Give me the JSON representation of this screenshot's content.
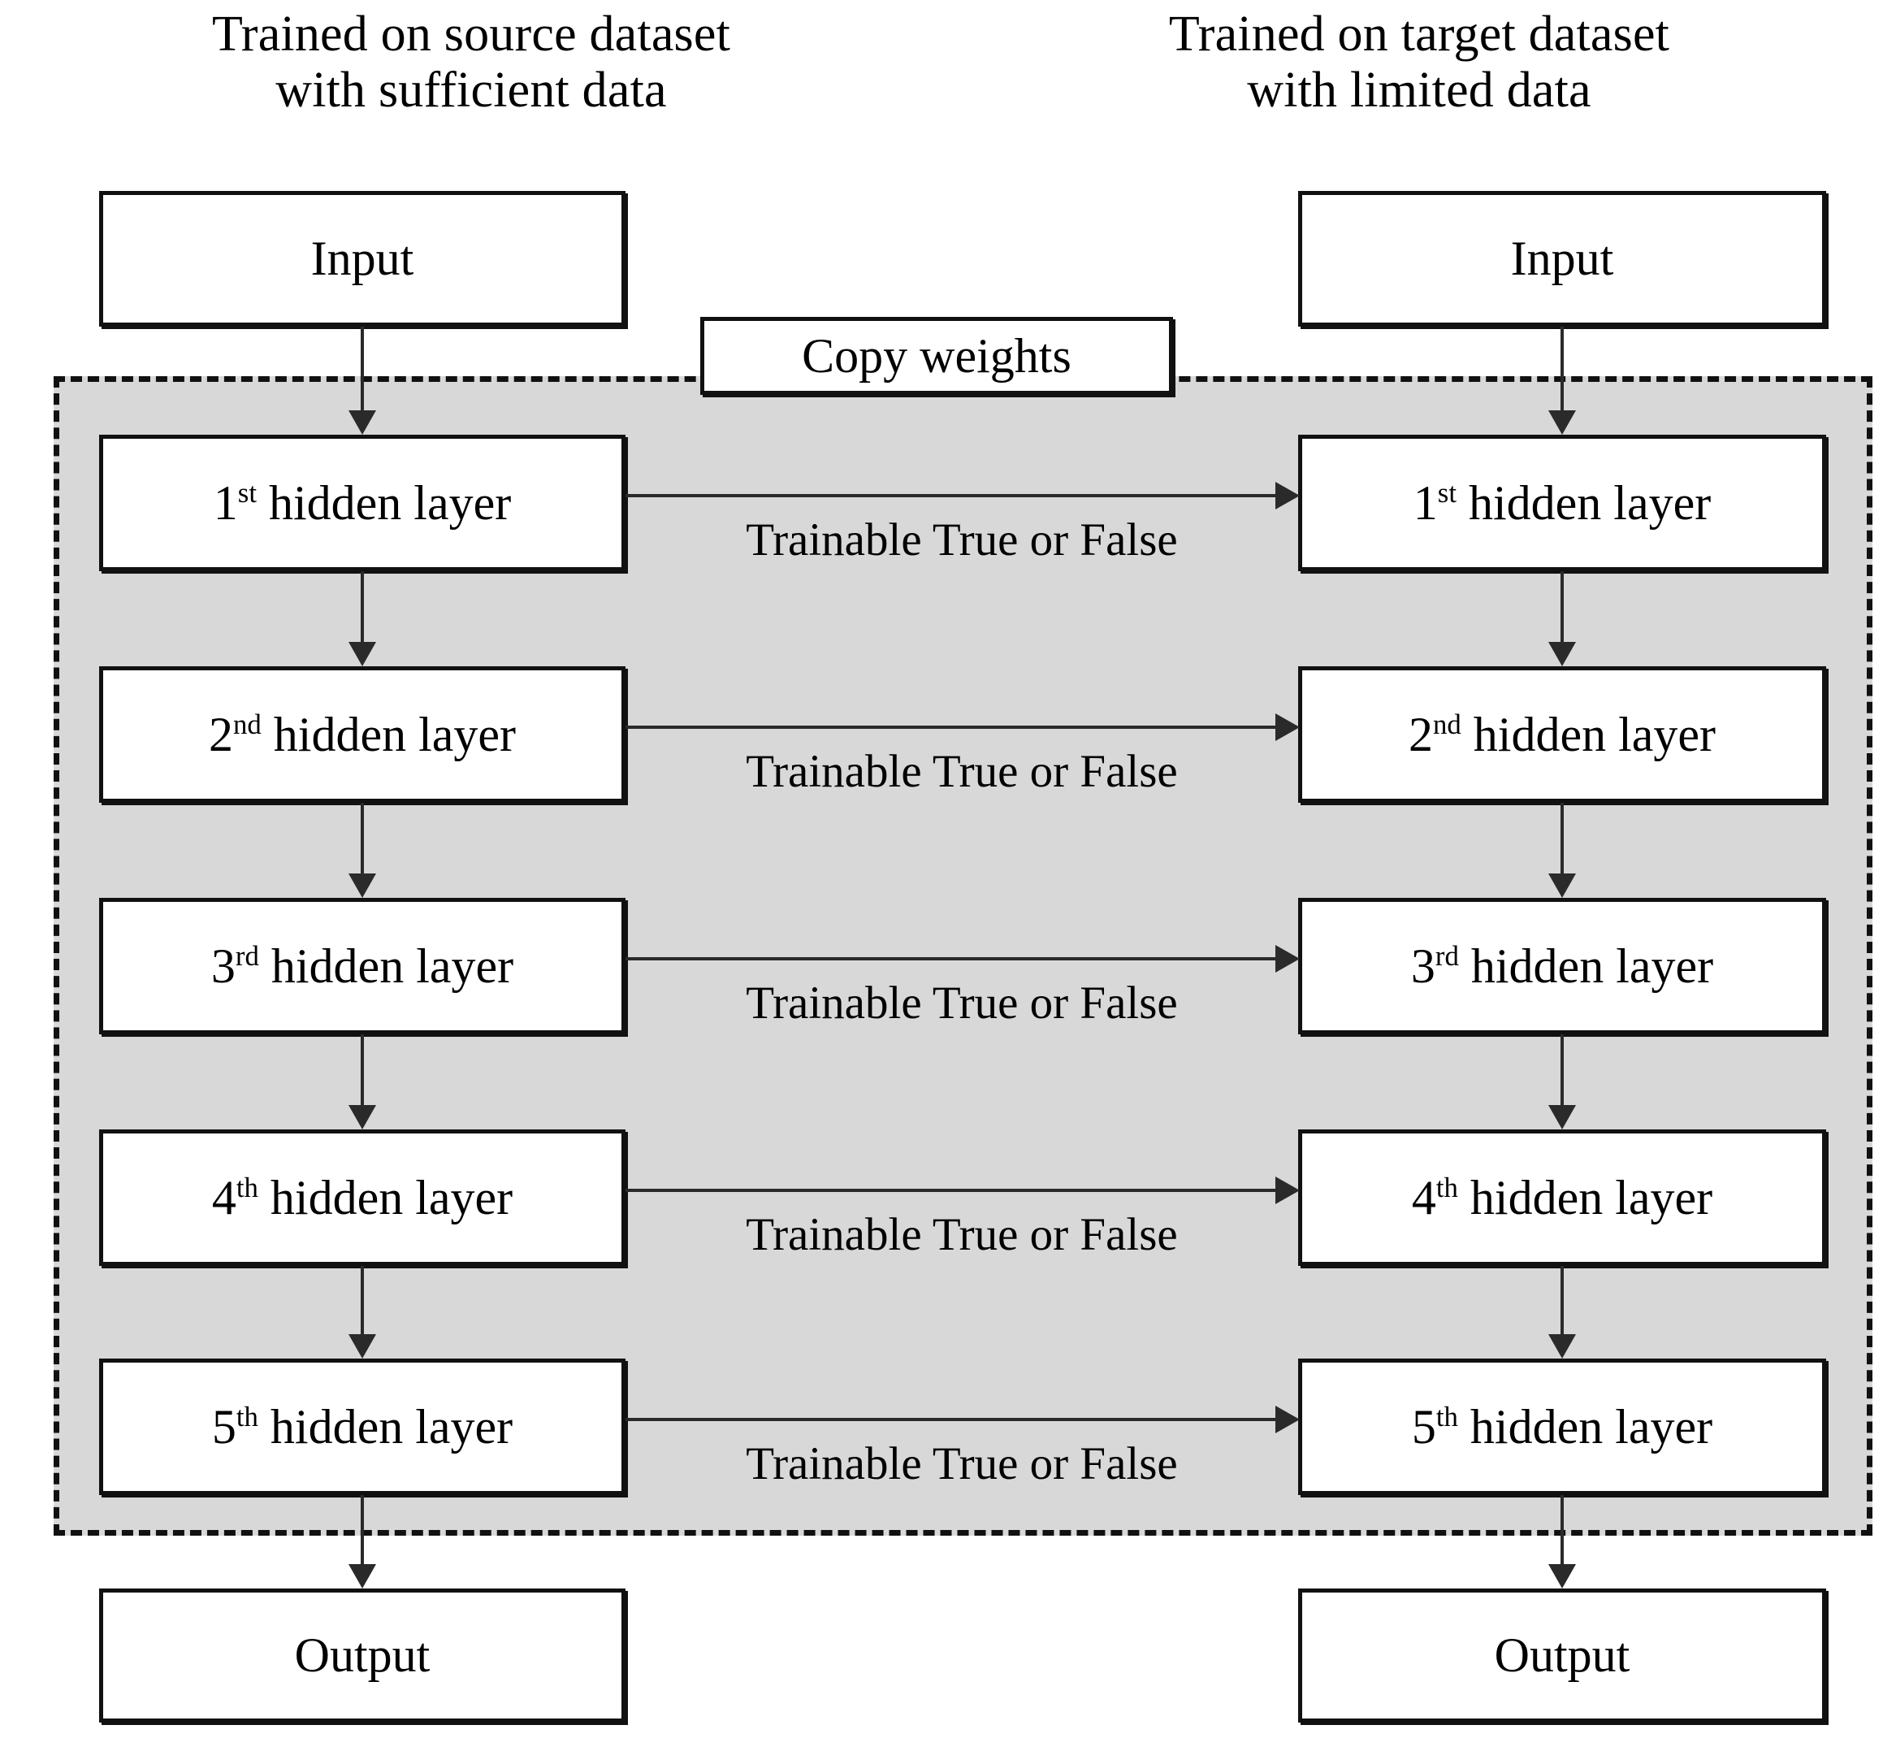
{
  "diagram": {
    "title": "Transfer learning weight-copy schematic",
    "headers": {
      "left": "Trained on source dataset\nwith sufficient data",
      "right": "Trained on target dataset\nwith limited data"
    },
    "copy_weights_label": "Copy weights",
    "colors": {
      "shared_region_fill": "#d8d8d8",
      "node_border": "#111111",
      "node_fill": "#ffffff",
      "arrow": "#2a2a2a",
      "text": "#000000"
    },
    "left_column": {
      "input": "Input",
      "output": "Output",
      "layers": [
        {
          "ordinal": "1",
          "suffix": "st",
          "rest": " hidden layer"
        },
        {
          "ordinal": "2",
          "suffix": "nd",
          "rest": " hidden layer"
        },
        {
          "ordinal": "3",
          "suffix": "rd",
          "rest": " hidden layer"
        },
        {
          "ordinal": "4",
          "suffix": "th",
          "rest": " hidden layer"
        },
        {
          "ordinal": "5",
          "suffix": "th",
          "rest": " hidden layer"
        }
      ]
    },
    "right_column": {
      "input": "Input",
      "output": "Output",
      "layers": [
        {
          "ordinal": "1",
          "suffix": "st",
          "rest": " hidden layer"
        },
        {
          "ordinal": "2",
          "suffix": "nd",
          "rest": " hidden layer"
        },
        {
          "ordinal": "3",
          "suffix": "rd",
          "rest": " hidden layer"
        },
        {
          "ordinal": "4",
          "suffix": "th",
          "rest": " hidden layer"
        },
        {
          "ordinal": "5",
          "suffix": "th",
          "rest": " hidden layer"
        }
      ]
    },
    "transfer_arrows": [
      {
        "label": "Trainable True or False"
      },
      {
        "label": "Trainable True or False"
      },
      {
        "label": "Trainable True or False"
      },
      {
        "label": "Trainable True or False"
      },
      {
        "label": "Trainable True or False"
      }
    ]
  }
}
